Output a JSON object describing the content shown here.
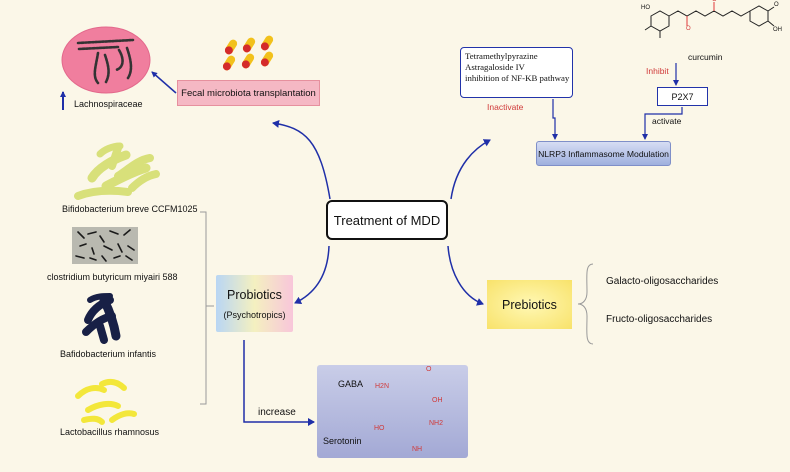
{
  "center": {
    "label": "Treatment of MDD"
  },
  "fmt": {
    "label": "Fecal microbiota transplantation",
    "bacterium": "Lachnospiraceae"
  },
  "herbs": {
    "line1": "Tetramethylpyrazine",
    "line2": "Astragaloside IV",
    "line3": "inhibition of NF-KB pathway",
    "action": "Inactivate"
  },
  "nlrp3": {
    "label": "NLRP3 Inflammasome Modulation"
  },
  "curcumin": {
    "label": "curcumin",
    "action": "Inhibit"
  },
  "p2x7": {
    "label": "P2X7",
    "action": "activate"
  },
  "probiotics": {
    "title": "Probiotics",
    "subtitle": "(Psychotropics)",
    "strains": [
      "Bifidobacterium breve CCFM1025",
      "clostridium butyricum miyairi 588",
      "Bafidobacterium infantis",
      "Lactobacillus rhamnosus"
    ],
    "action": "increase"
  },
  "metabolites": {
    "gaba": "GABA",
    "serotonin": "Serotonin",
    "gaba_atoms": [
      "H2N",
      "O",
      "OH"
    ],
    "serotonin_atoms": [
      "HO",
      "NH2",
      "NH"
    ]
  },
  "prebiotics": {
    "title": "Prebiotics",
    "items": [
      "Galacto-oligosaccharides",
      "Fructo-oligosaccharides"
    ]
  },
  "curcumin_atoms": [
    "HO",
    "O",
    "O",
    "OH",
    "O"
  ],
  "colors": {
    "arrow": "#1f2fa8",
    "red_text": "#d03a3a",
    "molecule_red": "#e23a3a"
  }
}
